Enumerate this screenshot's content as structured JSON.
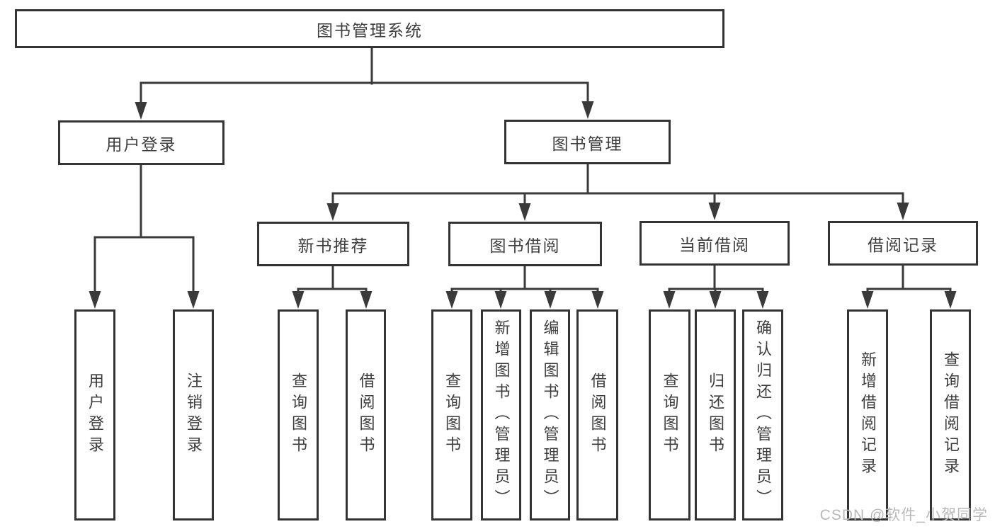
{
  "diagram": {
    "root": {
      "label": "图书管理系统"
    },
    "level2": {
      "user_login": {
        "label": "用户登录"
      },
      "book_management": {
        "label": "图书管理"
      }
    },
    "level3": {
      "new_books": {
        "label": "新书推荐"
      },
      "book_borrow": {
        "label": "图书借阅"
      },
      "current_borrow": {
        "label": "当前借阅"
      },
      "borrow_records": {
        "label": "借阅记录"
      }
    },
    "leaves": {
      "user_login": {
        "label": "用户登录"
      },
      "logout": {
        "label": "注销登录"
      },
      "nb_query_books": {
        "label": "查询图书"
      },
      "nb_borrow_books": {
        "label": "借阅图书"
      },
      "bb_query_books": {
        "label": "查询图书"
      },
      "bb_add_books": {
        "label": "新增图书（管理员）"
      },
      "bb_edit_books": {
        "label": "编辑图书（管理员）"
      },
      "bb_borrow_books": {
        "label": "借阅图书"
      },
      "cb_query_books": {
        "label": "查询图书"
      },
      "cb_return_books": {
        "label": "归还图书"
      },
      "cb_confirm_return": {
        "label": "确认归还（管理员）"
      },
      "br_add_record": {
        "label": "新增借阅记录"
      },
      "br_query_record": {
        "label": "查询借阅记录"
      }
    },
    "watermark": "CSDN @软件_小贺同学",
    "colors": {
      "line": "#3a3a3a",
      "border": "#343434",
      "text": "#3d3d3d",
      "watermark": "#b9b9b9",
      "background": "#ffffff"
    }
  }
}
